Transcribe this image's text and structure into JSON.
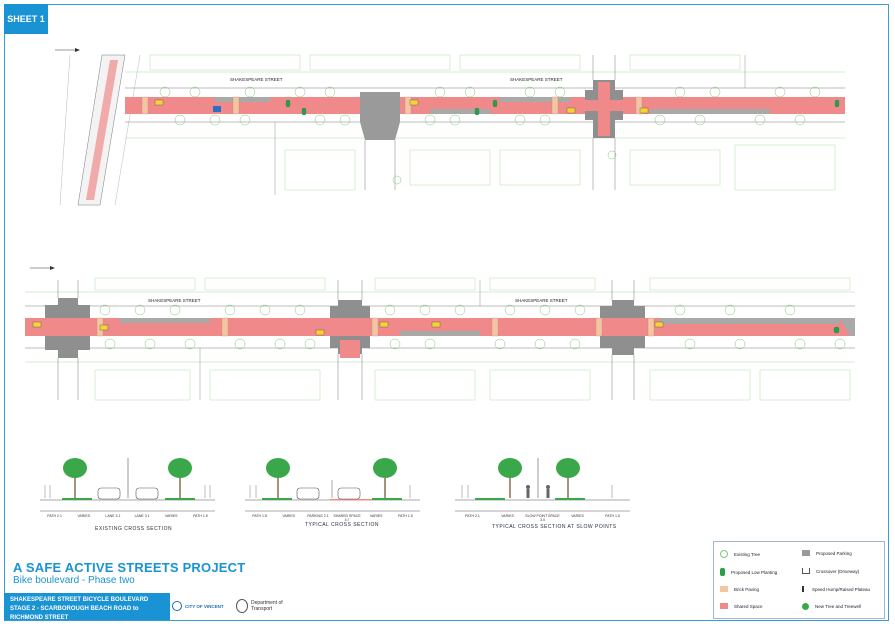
{
  "sheet_label": "SHEET 1",
  "title": "A SAFE ACTIVE STREETS PROJECT",
  "subtitle": "Bike boulevard - Phase two",
  "project_info": {
    "line1": "SHAKESPEARE STREET BICYCLE BOULEVARD",
    "line2": "STAGE 2 - SCARBOROUGH BEACH ROAD to RICHMOND STREET"
  },
  "logos": {
    "city": "CITY OF VINCENT",
    "department": "Department of Transport"
  },
  "plan_labels": {
    "top_street_1": "SHAKESPEARE STREET",
    "top_street_2": "SHAKESPEARE STREET",
    "bottom_street_1": "SHAKESPEARE STREET",
    "bottom_street_2": "SHAKESPEARE STREET"
  },
  "cross_sections": [
    {
      "title": "EXISTING CROSS SECTION",
      "dims": [
        "PATH 2.1",
        "VARIES",
        "LANE 3.1",
        "LANE 3.1",
        "VARIES",
        "PATH 1.5"
      ]
    },
    {
      "title": "TYPICAL CROSS SECTION",
      "dims": [
        "PATH 1.8",
        "VARIES",
        "PARKING 2.1",
        "SHARED SPACE 4.7",
        "VARIES",
        "PATH 1.5"
      ]
    },
    {
      "title": "TYPICAL CROSS SECTION AT SLOW POINTS",
      "dims": [
        "PATH 2.1",
        "VARIES",
        "SLOW POINT SPACE 3.0",
        "VARIES",
        "PATH 1.5"
      ]
    }
  ],
  "legend": [
    {
      "label": "Existing Tree",
      "color": "#9fd59a"
    },
    {
      "label": "Proposed Low Planting",
      "color": "#2aa046"
    },
    {
      "label": "Brick Paving",
      "color": "#f2c6a0"
    },
    {
      "label": "Shared Space",
      "color": "#f08a8a"
    },
    {
      "label": "Proposed Parking",
      "color": "#9a9a9a"
    },
    {
      "label": "Crossover (Driveway)",
      "color": "#555555"
    },
    {
      "label": "Speed Hump/Raised Plateau",
      "color": "#333333"
    },
    {
      "label": "New Tree and Treewell",
      "color": "#3aa84a"
    }
  ],
  "colors": {
    "accent": "#1a93d4",
    "shared_space": "#f08a8a",
    "intersection": "#8f8f8f",
    "tree": "#3aa84a"
  }
}
